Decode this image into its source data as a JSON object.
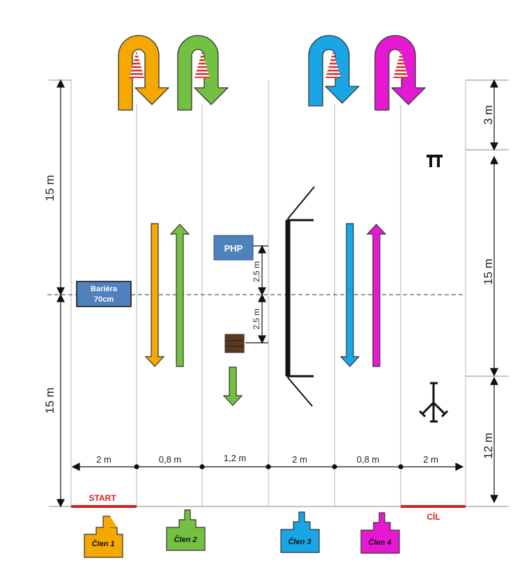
{
  "dimensions": {
    "left_top": "15 m",
    "left_bottom": "15 m",
    "right_top": "3 m",
    "right_middle": "15 m",
    "right_bottom": "12 m",
    "php_up": "2,5 m",
    "php_down": "2,5 m"
  },
  "widths": [
    "2 m",
    "0,8 m",
    "1,2 m",
    "2 m",
    "0,8 m",
    "2 m"
  ],
  "labels": {
    "start": "START",
    "finish": "CÍL",
    "php": "PHP",
    "barrier_line1": "Bariéra",
    "barrier_line2": "70cm"
  },
  "teams": [
    {
      "label": "Člen 1",
      "color": "#f5a800"
    },
    {
      "label": "Člen 2",
      "color": "#74c043"
    },
    {
      "label": "Člen 3",
      "color": "#1aa6e6"
    },
    {
      "label": "Člen 4",
      "color": "#e619d2"
    }
  ],
  "colors": {
    "orange": "#f5a800",
    "green": "#74c043",
    "blue": "#1aa6e6",
    "magenta": "#e619d2",
    "red": "#d42020",
    "box": "#4f81bd"
  },
  "icons": {
    "cone": "cone-icon",
    "hurdle": "hurdle-icon",
    "tripod": "tripod-icon",
    "stretcher": "stretcher-icon"
  }
}
